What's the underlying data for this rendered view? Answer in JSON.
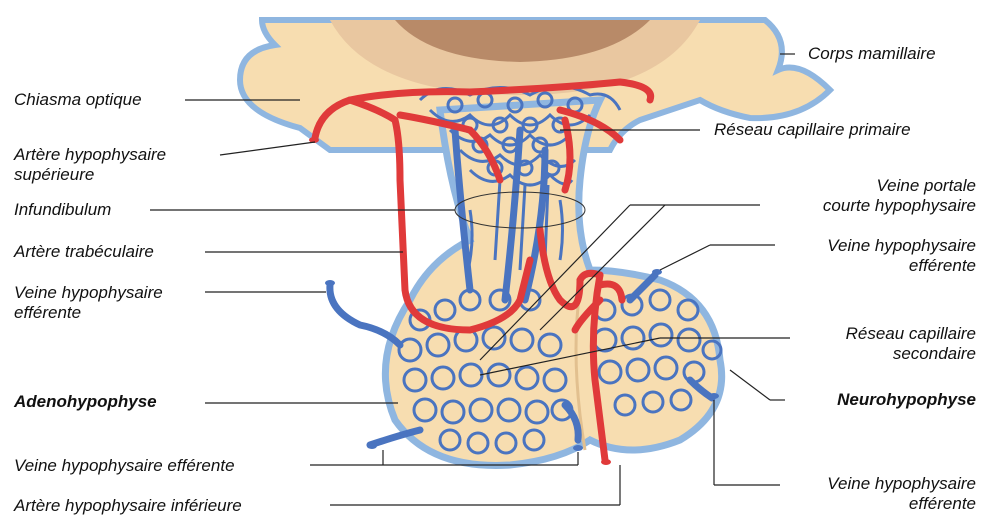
{
  "labels": {
    "corps_mamillaire": "Corps mamillaire",
    "chiasma_optique": "Chiasma optique",
    "reseau_capillaire_primaire": "Réseau capillaire primaire",
    "artere_hypophysaire_superieure_l1": "Artère hypophysaire",
    "artere_hypophysaire_superieure_l2": "supérieure",
    "infundibulum": "Infundibulum",
    "veine_portale_l1": "Veine portale",
    "veine_portale_l2": "courte hypophysaire",
    "artere_trabeculaire": "Artère trabéculaire",
    "veine_efferente_right_l1": "Veine hypophysaire",
    "veine_efferente_right_l2": "efférente",
    "veine_efferente_left_l1": "Veine hypophysaire",
    "veine_efferente_left_l2": "efférente",
    "reseau_secondaire_l1": "Réseau capillaire",
    "reseau_secondaire_l2": "secondaire",
    "adenohypophyse": "Adenohypophyse",
    "neurohypophyse": "Neurohypophyse",
    "veine_efferente_bottom": "Veine hypophysaire efférente",
    "artere_inferieure": "Artère hypophysaire inférieure",
    "veine_efferente_bottom_right_l1": "Veine hypophysaire",
    "veine_efferente_bottom_right_l2": "efférente"
  },
  "colors": {
    "tissue": "#f7ddb0",
    "tissue_outline": "#8fb6e0",
    "brain": "#e9c7a0",
    "brain_dark": "#b88a68",
    "artery": "#e03a3a",
    "vein": "#4a74c0",
    "leader": "#222222"
  }
}
